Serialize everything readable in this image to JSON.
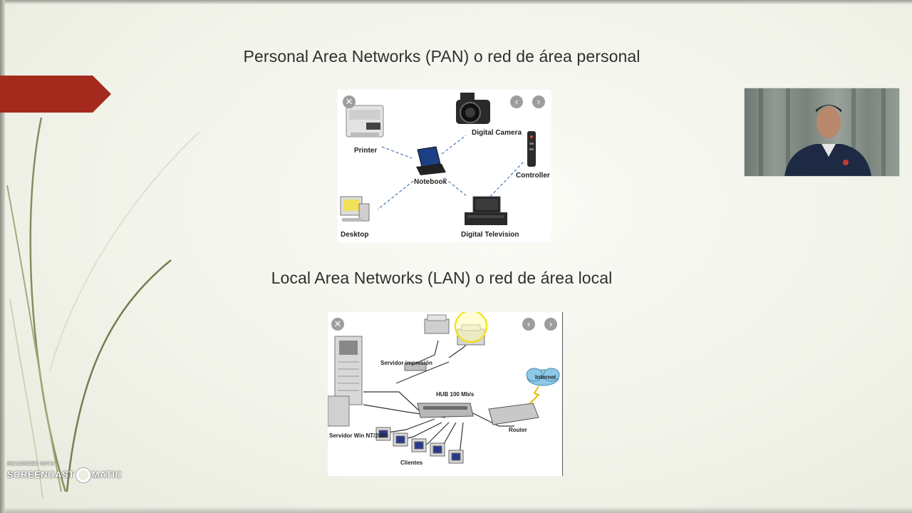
{
  "slide": {
    "title_pan": "Personal Area Networks (PAN) o red de área personal",
    "title_lan": "Local Area Networks (LAN) o red de área local",
    "accent_color": "#a52a1e"
  },
  "pan_figure": {
    "devices": [
      "Printer",
      "Digital Camera",
      "Notebook",
      "Controller",
      "Desktop",
      "Digital Television"
    ],
    "close_icon": "close-icon",
    "nav_icons": [
      "chevron-left-icon",
      "chevron-right-icon"
    ]
  },
  "lan_figure": {
    "labels": [
      "Servidor impresión",
      "HUB 100 Mb/s",
      "Internet",
      "Router",
      "Servidor Win NT/2000",
      "Clientes"
    ],
    "close_icon": "close-icon",
    "nav_icons": [
      "chevron-left-icon",
      "chevron-right-icon"
    ]
  },
  "watermark": {
    "line1": "RECORDED WITH",
    "line2a": "SCREENCAST",
    "line2b": "MATIC"
  }
}
